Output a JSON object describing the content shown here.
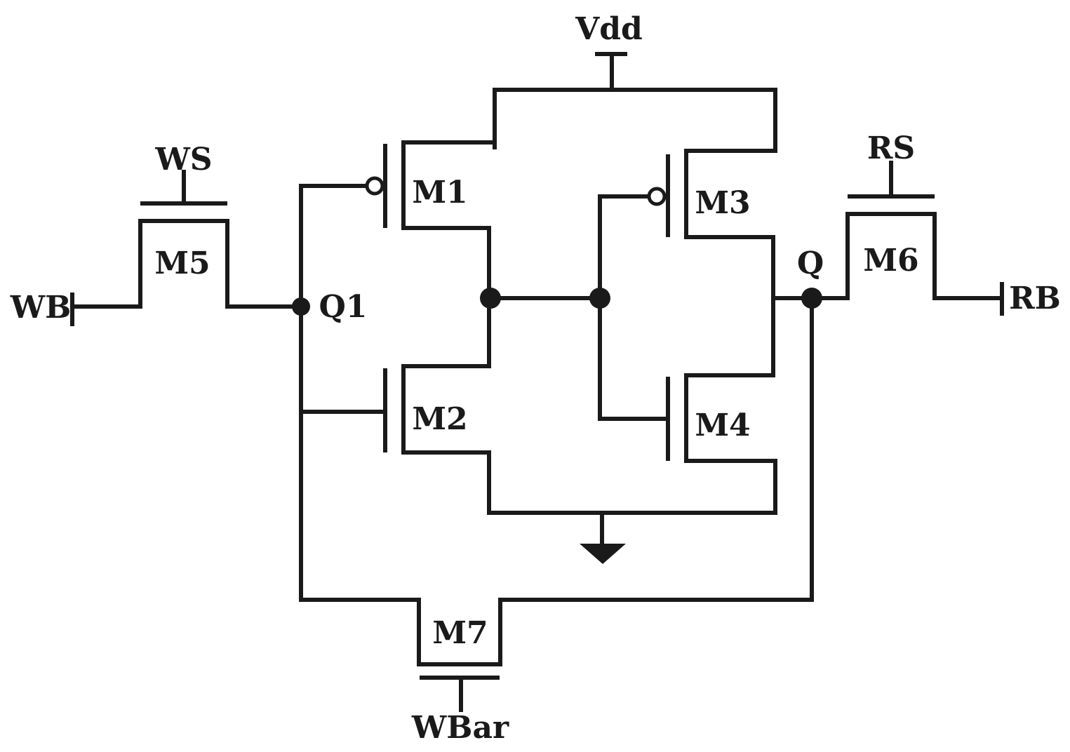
{
  "labels": {
    "vdd": "Vdd",
    "ws": "WS",
    "rs": "RS",
    "wb": "WB",
    "rb": "RB",
    "q1": "Q1",
    "q": "Q",
    "wbar": "WBar",
    "m1": "M1",
    "m2": "M2",
    "m3": "M3",
    "m4": "M4",
    "m5": "M5",
    "m6": "M6",
    "m7": "M7"
  },
  "colors": {
    "ink": "#1a1a1a",
    "background": "#ffffff"
  }
}
